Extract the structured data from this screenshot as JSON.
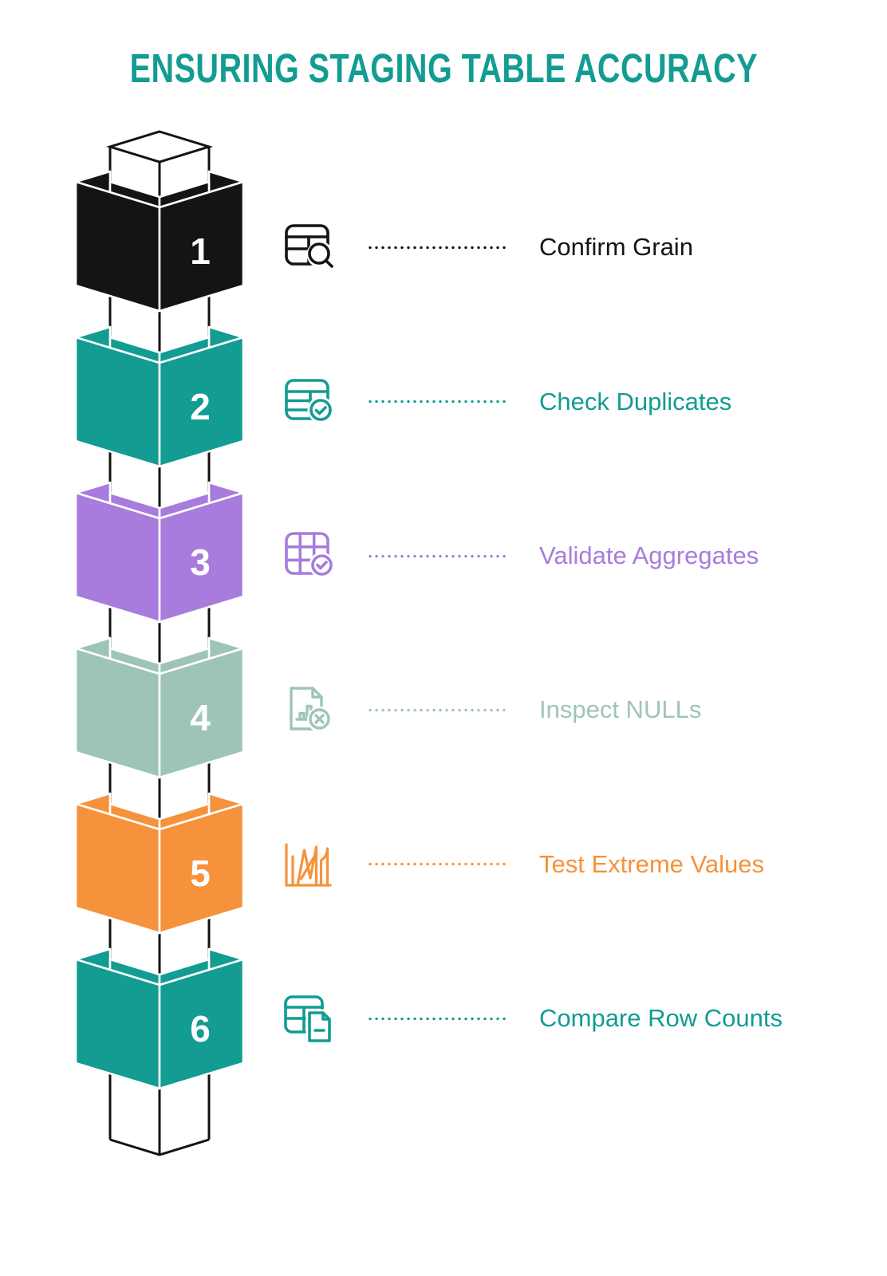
{
  "title": {
    "text": "ENSURING STAGING TABLE ACCURACY",
    "color": "#129C92"
  },
  "background_color": "#ffffff",
  "column_outline_color": "#131313",
  "number_text_color": "#ffffff",
  "steps": [
    {
      "number": "1",
      "label": "Confirm Grain",
      "color": "#141414",
      "icon": "table-search-icon"
    },
    {
      "number": "2",
      "label": "Check Duplicates",
      "color": "#129C92",
      "icon": "table-check-icon"
    },
    {
      "number": "3",
      "label": "Validate Aggregates",
      "color": "#A77CDD",
      "icon": "grid-check-icon"
    },
    {
      "number": "4",
      "label": "Inspect NULLs",
      "color": "#9EC4BA",
      "icon": "document-error-icon"
    },
    {
      "number": "5",
      "label": "Test Extreme Values",
      "color": "#F6923B",
      "icon": "extreme-values-chart-icon"
    },
    {
      "number": "6",
      "label": "Compare Row Counts",
      "color": "#129C92",
      "icon": "table-document-icon"
    }
  ]
}
